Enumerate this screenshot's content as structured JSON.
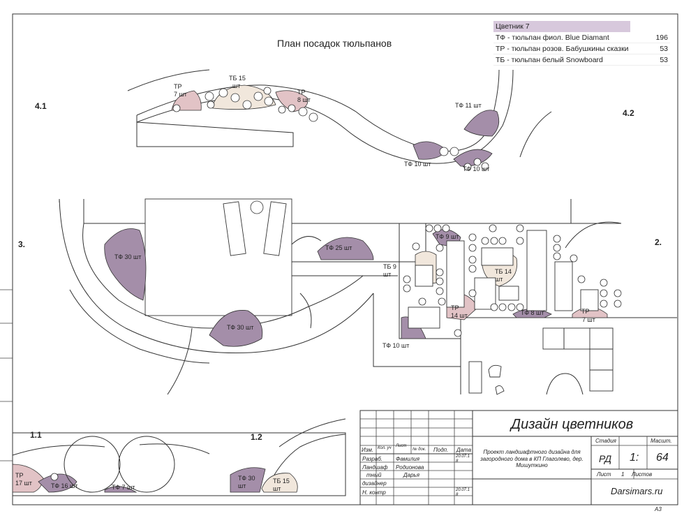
{
  "plan_title": "План посадок тюльпанов",
  "legend": {
    "title": "Цветник 7",
    "rows": [
      {
        "label": "ТФ - тюльпан фиол. Blue Diamant",
        "count": "196"
      },
      {
        "label": "ТР - тюльпан розов. Бабушкины сказки",
        "count": "53"
      },
      {
        "label": "ТБ - тюльпан белый Snowboard",
        "count": "53"
      }
    ]
  },
  "zones": {
    "z41": "4.1",
    "z42": "4.2",
    "z3": "3.",
    "z2": "2.",
    "z11": "1.1",
    "z12": "1.2"
  },
  "labels": {
    "tr7a": "ТР",
    "tr7b": "7 шт",
    "tb15a": "ТБ 15",
    "tb15b": "шт",
    "tr8a": "ТР",
    "tr8b": "8 шт",
    "tf11": "ТФ 11 шт",
    "tf10a": "ТФ 10 шт",
    "tf10b": "ТФ 10 шт",
    "tf30a": "ТФ 30 шт",
    "tf25": "ТФ 25 шт",
    "tf30b": "ТФ 30 шт",
    "tb9a": "ТБ 9",
    "tb9b": "шт",
    "tf9": "ТФ 9 шт",
    "tb14a": "ТБ 14",
    "tb14b": "шт",
    "tr14a": "ТР",
    "tr14b": "14 шт",
    "tf8": "ТФ 8 шт",
    "tr7ca": "ТР",
    "tr7cb": "7 шт",
    "tf10c": "ТФ 10 шт",
    "tr17a": "ТР",
    "tr17b": "17 шт",
    "tf16": "ТФ 16 шт",
    "tf7": "ТФ 7 шт",
    "tf30ca": "ТФ 30",
    "tf30cb": "шт",
    "tb15ca": "ТБ 15",
    "tb15cb": "шт"
  },
  "stamp": {
    "title": "Дизайн цветников",
    "project": "Проект ландшафтного дизайна для загородного дома в КП Глаголево, дер. Мишуткино",
    "stage_label": "Стадия",
    "stage_value": "РД",
    "sheet_label": "Лист",
    "sheet_value": "1",
    "sheets_label": "Листов",
    "scale_label": "Масшт.",
    "scale_a": "1:",
    "scale_b": "64",
    "site": "Darsimars.ru",
    "format": "А3",
    "col_izm": "Изм.",
    "col_kol": "Кол. уч",
    "col_list": "Лист",
    "col_ndok": "№ док.",
    "col_podp": "Подп.",
    "col_data": "Дата",
    "role1": "Разраб.",
    "role2a": "Ландшаф",
    "role2b": "тный",
    "role2c": "дизайнер",
    "role3": "Н. контр",
    "surname_label": "Фамилия",
    "surname": "Родионова",
    "name": "Дарья",
    "date1a": "20.07.1",
    "date1b": "8",
    "date2a": "20.07.1",
    "date2b": "8"
  },
  "colors": {
    "purple": "#a48ea9",
    "pink": "#e2c3c6",
    "cream": "#f1e7dc",
    "line": "#333333",
    "header": "#d7c8dc"
  }
}
